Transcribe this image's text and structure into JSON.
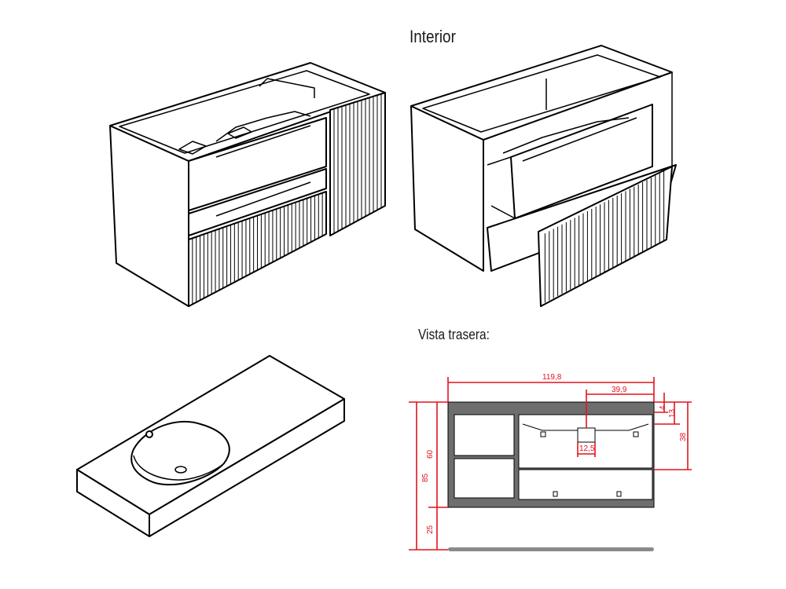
{
  "titles": {
    "interior": "Interior",
    "back_view": "Vista trasera:"
  },
  "dimensions": {
    "total_width": "119,8",
    "pipe_offset": "39,9",
    "pipe_width": "12,5",
    "total_height": "85",
    "cabinet_height": "60",
    "leg_height": "25",
    "top_gap_a": "4",
    "top_gap_b": "13",
    "drawer_level": "38"
  },
  "colors": {
    "dimension_line": "#e0141e",
    "back_panel": "#6e6e6e",
    "outline": "#000000"
  }
}
